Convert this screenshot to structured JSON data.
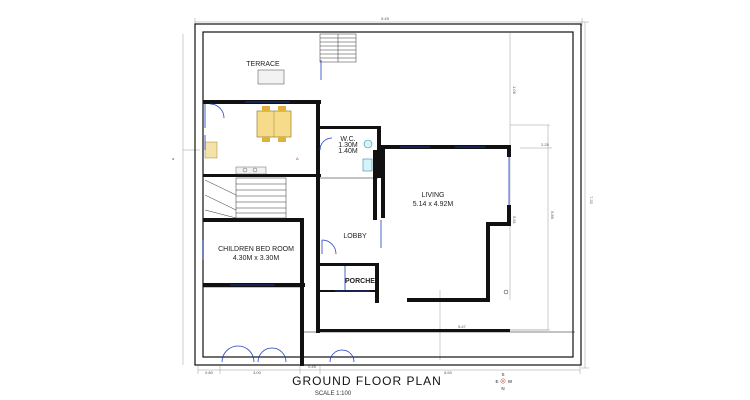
{
  "rooms": {
    "terrace": "TERRACE",
    "wc_line1": "W.C.",
    "wc_line2": "1.30M",
    "wc_line3": "1.40M",
    "living_name": "LIVING",
    "living_size": "5.14 x 4.92M",
    "lobby": "LOBBY",
    "children_name": "CHILDREN BED ROOM",
    "children_size": "4.30M x 3.30M",
    "porche": "PORCHE"
  },
  "dimensions": {
    "top": "5.45",
    "right_outer": "7.32",
    "right_inner": "5.86",
    "right_upper": "2.25",
    "right_mid": "1.06",
    "living_depth": "5.61",
    "bottom_inner": "5.47",
    "bottom_a": "0.80",
    "bottom_b": "3.00",
    "bottom_c": "0.45",
    "bottom_d": "6.50"
  },
  "title": {
    "main": "GROUND FLOOR PLAN",
    "scale": "SCALE 1:100"
  },
  "compass": {
    "n": "N",
    "s": "S",
    "e": "E",
    "w": "W"
  },
  "colors": {
    "wall": "#111111",
    "opening": "#1f3fbf",
    "furniture": "#e0b23a",
    "dimension": "#8a8a8a"
  }
}
